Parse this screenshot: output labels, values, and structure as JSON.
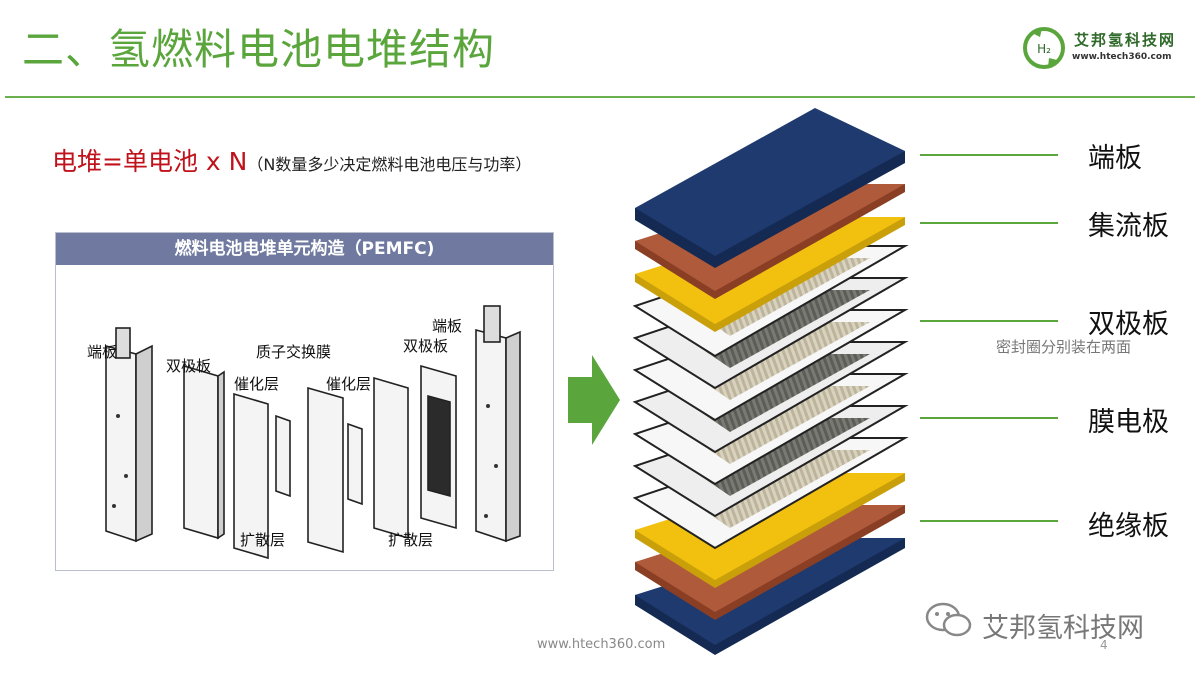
{
  "title": "二、氢燃料电池电堆结构",
  "logo": {
    "name": "艾邦氢科技网",
    "url": "www.htech360.com",
    "badge": "H₂"
  },
  "formula": {
    "main": "电堆=单电池 x N",
    "note": "（N数量多少决定燃料电池电压与功率）"
  },
  "diagram": {
    "header": "燃料电池电堆单元构造（PEMFC)",
    "labels": {
      "end_plate_left": "端板",
      "bipolar_left": "双极板",
      "membrane": "质子交换膜",
      "catalyst_left": "催化层",
      "catalyst_right": "催化层",
      "end_plate_right": "端板",
      "bipolar_right": "双极板",
      "diffusion_left": "扩散层",
      "diffusion_right": "扩散层"
    }
  },
  "stack_labels": {
    "end_plate": "端板",
    "current_collector": "集流板",
    "bipolar_plate": "双极板",
    "seal_note": "密封圈分别装在两面",
    "mea": "膜电极",
    "insulation": "绝缘板"
  },
  "colors": {
    "accent": "#5aa63c",
    "end_plate": "#1e3a6e",
    "collector": "#b05a3c",
    "insulation": "#f2c00f"
  },
  "footer": {
    "url": "www.htech360.com",
    "page": "4"
  },
  "watermark": "艾邦氢科技网"
}
